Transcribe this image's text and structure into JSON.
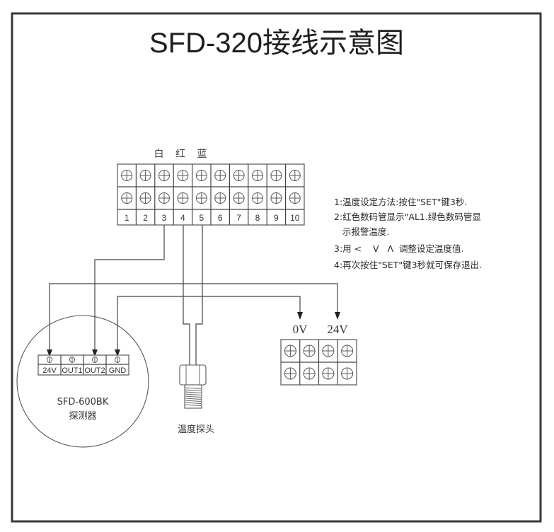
{
  "title": "SFD-320接线示意图",
  "main_block": {
    "wire_colors_label": "白 红 蓝",
    "terminals": [
      "1",
      "2",
      "3",
      "4",
      "5",
      "6",
      "7",
      "8",
      "9",
      "10"
    ]
  },
  "notes": [
    "1:温度设定方法:按住\"SET\"键3秒.",
    "2:红色数码管显示\"AL1.绿色数码管显",
    "   示报警温度.",
    "3:用 <    V   Λ  调整设定温度值.",
    "4:再次按住\"SET\"键3秒就可保存退出."
  ],
  "detector": {
    "terminals": [
      "24V",
      "OUT1",
      "OUT2",
      "GND"
    ],
    "model": "SFD-600BK",
    "name": "探测器"
  },
  "probe": {
    "name": "温度探头"
  },
  "power_block": {
    "labels": [
      "0V",
      "24V"
    ]
  },
  "colors": {
    "line": "#444444",
    "frame": "#3a3a3a",
    "background": "#ffffff"
  }
}
